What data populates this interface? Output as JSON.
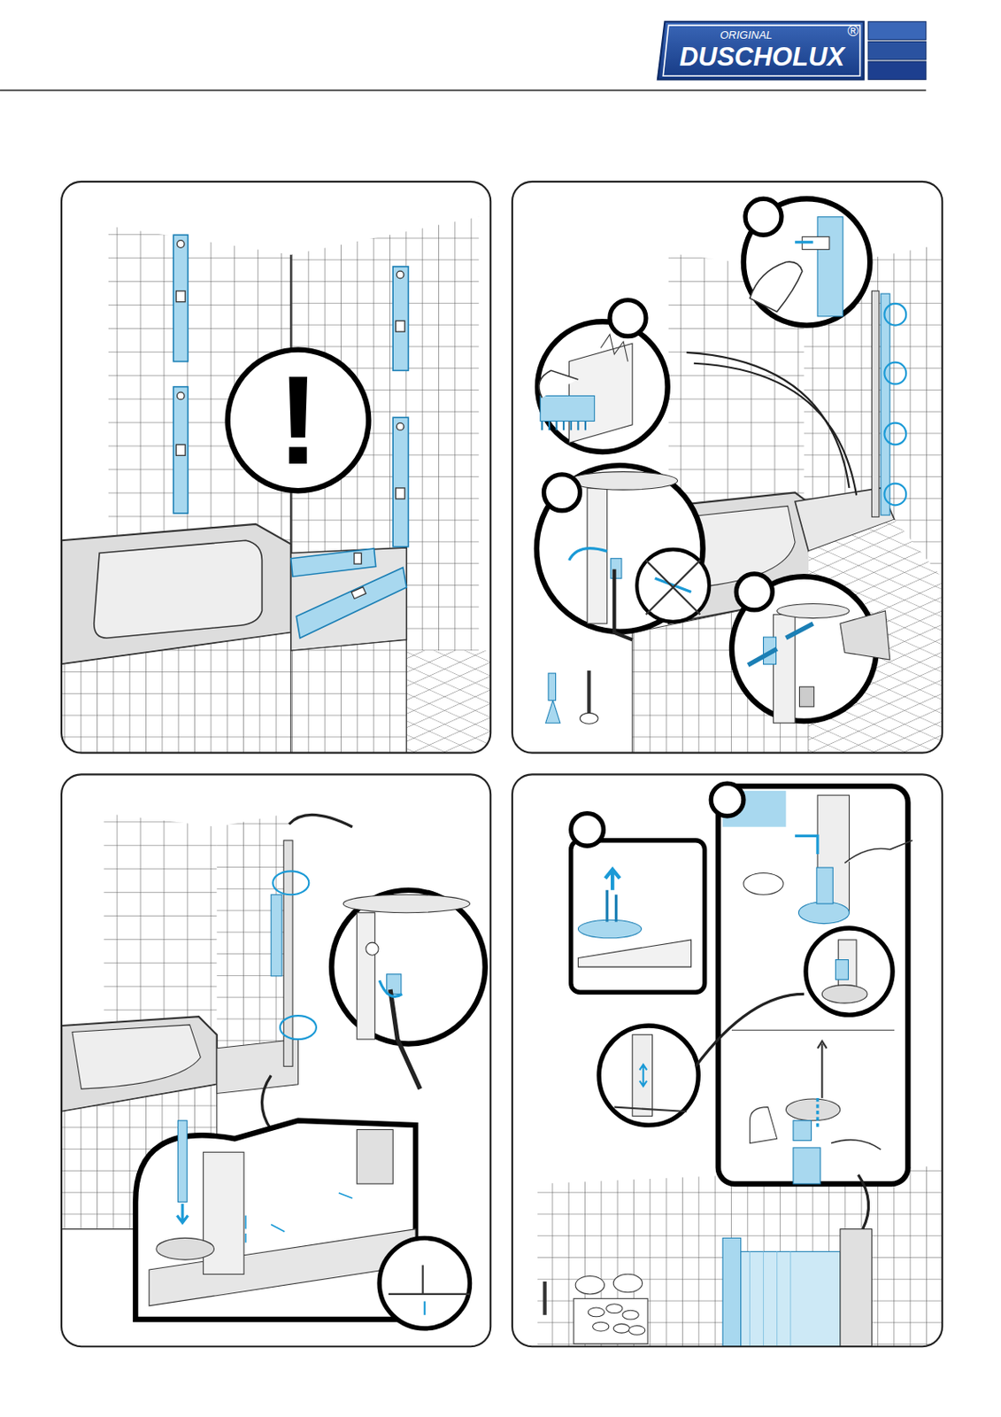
{
  "diagram": {
    "labels": [
      "ORIGINAL",
      "DUSCHOLUX",
      "®",
      "!"
    ]
  }
}
